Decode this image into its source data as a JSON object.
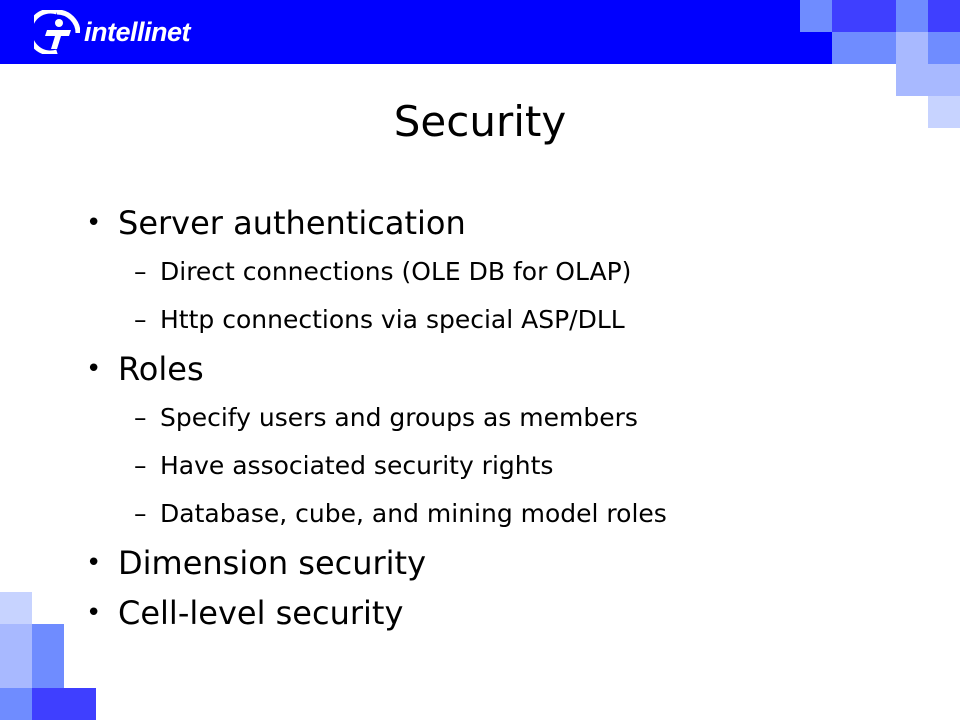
{
  "header": {
    "logo_text": "intellinet",
    "band_color": "#0000ff"
  },
  "slide": {
    "title": "Security",
    "bullet_symbol": "•",
    "dash_symbol": "–",
    "items": [
      {
        "text": "Server authentication",
        "subitems": [
          "Direct connections (OLE DB for OLAP)",
          "Http connections via special ASP/DLL"
        ]
      },
      {
        "text": "Roles",
        "subitems": [
          "Specify users and groups as members",
          "Have associated security rights",
          "Database, cube, and mining model roles"
        ]
      },
      {
        "text": "Dimension security",
        "subitems": []
      },
      {
        "text": "Cell-level security",
        "subitems": []
      }
    ]
  },
  "decor": {
    "square_colors": [
      "#3f3fff",
      "#6f8cff",
      "#a8b9ff",
      "#c7d3ff"
    ]
  }
}
